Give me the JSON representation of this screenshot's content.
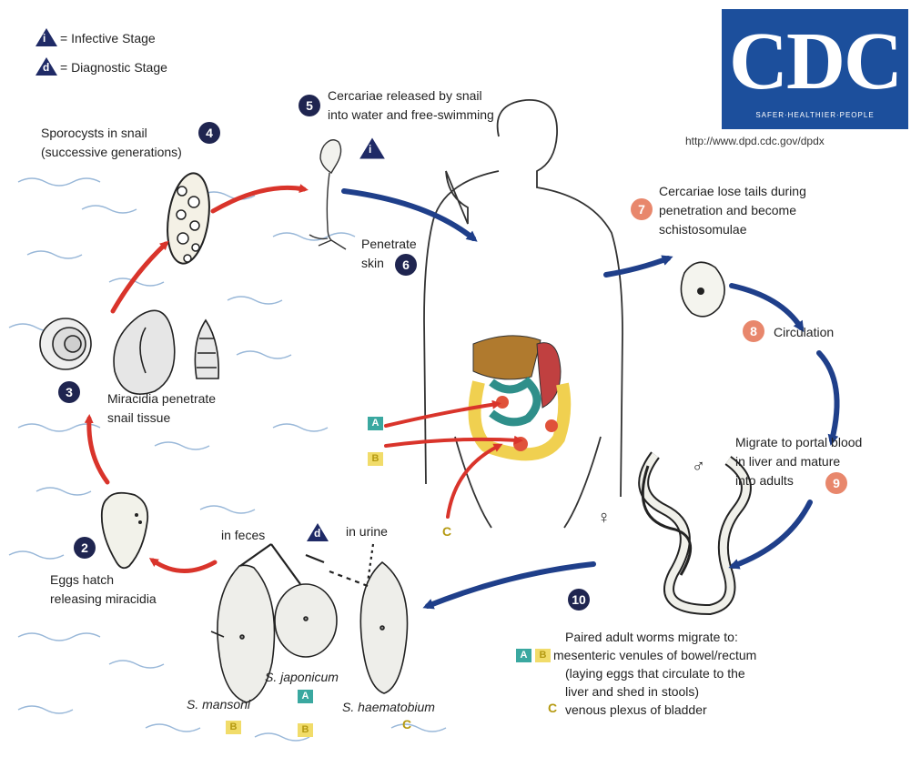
{
  "legend": {
    "infective_letter": "i",
    "infective_text": "= Infective Stage",
    "diagnostic_letter": "d",
    "diagnostic_text": "= Diagnostic Stage"
  },
  "logo": {
    "text": "CDC",
    "tagline": "SAFER·HEALTHIER·PEOPLE",
    "url": "http://www.dpd.cdc.gov/dpdx"
  },
  "steps": {
    "s2": {
      "num": "2",
      "line1": "Eggs hatch",
      "line2": "releasing miracidia"
    },
    "s3": {
      "num": "3",
      "line1": "Miracidia penetrate",
      "line2": "snail tissue"
    },
    "s4": {
      "num": "4",
      "line1": "Sporocysts in snail",
      "line2": "(successive generations)"
    },
    "s5": {
      "num": "5",
      "line1": "Cercariae released by snail",
      "line2": "into water and free-swimming"
    },
    "s6": {
      "num": "6",
      "line1": "Penetrate",
      "line2": "skin"
    },
    "s7": {
      "num": "7",
      "line1": "Cercariae lose tails during",
      "line2": "penetration and become",
      "line3": "schistosomulae"
    },
    "s8": {
      "num": "8",
      "line1": "Circulation"
    },
    "s9": {
      "num": "9",
      "line1": "Migrate to portal blood",
      "line2": "in liver and mature",
      "line3": "into adults"
    },
    "s10": {
      "num": "10",
      "line1": "Paired adult worms migrate to:",
      "line2": "mesenteric venules of bowel/rectum",
      "line3": "(laying eggs that circulate to the",
      "line4": "liver and shed in stools)",
      "line5": "venous plexus of bladder"
    }
  },
  "eggs": {
    "in_feces": "in feces",
    "in_urine": "in urine",
    "mansoni": "S. mansoni",
    "japonicum": "S. japonicum",
    "haematobium": "S. haematobium"
  },
  "codes": {
    "A": "A",
    "B": "B",
    "C": "C"
  },
  "female_symbol": "♀",
  "male_symbol": "♂",
  "colors": {
    "dark_badge": "#1f2550",
    "orange_badge": "#e8876c",
    "red_arrow": "#d9342b",
    "blue_arrow": "#1f3f8a",
    "code_a": "#3aa8a0",
    "code_b": "#f1dc6a",
    "logo_blue": "#1c4f9c"
  }
}
